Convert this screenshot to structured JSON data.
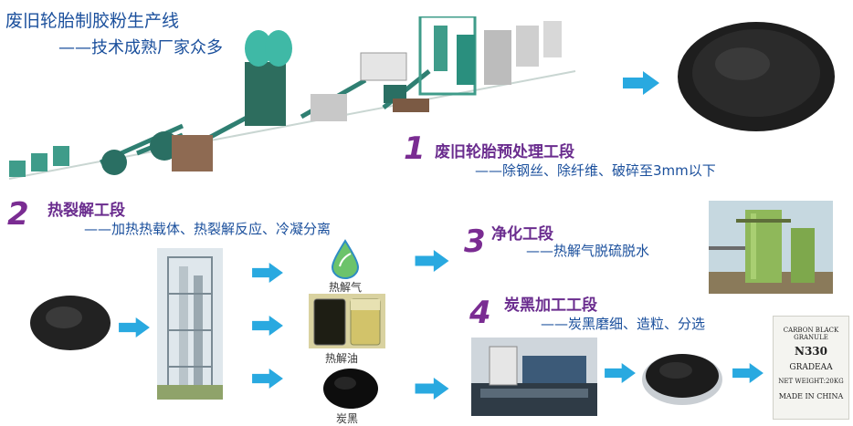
{
  "header": {
    "title": "废旧轮胎制胶粉生产线",
    "subtitle": "——技术成熟厂家众多"
  },
  "steps": [
    {
      "number": "1",
      "title": "废旧轮胎预处理工段",
      "desc": "——除钢丝、除纤维、破碎至3mm以下"
    },
    {
      "number": "2",
      "title": "热裂解工段",
      "desc": "——加热热载体、热裂解反应、冷凝分离"
    },
    {
      "number": "3",
      "title": "净化工段",
      "desc": "——热解气脱硫脱水"
    },
    {
      "number": "4",
      "title": "炭黑加工工段",
      "desc": "——炭黑磨细、造粒、分选"
    }
  ],
  "products": {
    "gas_label": "热解气",
    "oil_label": "热解油",
    "carbon_label": "炭黑"
  },
  "bag": {
    "line1": "CARBON BLACK GRANULE",
    "line2": "N330",
    "line3": "GRADEAA",
    "line4": "NET WEIGHT:20KG",
    "line5": "MADE IN CHINA"
  },
  "colors": {
    "arrow": "#29a9e0",
    "title_blue": "#1a4f9c",
    "step_purple": "#6a2c8e",
    "machine_green": "#3f9c8a"
  }
}
